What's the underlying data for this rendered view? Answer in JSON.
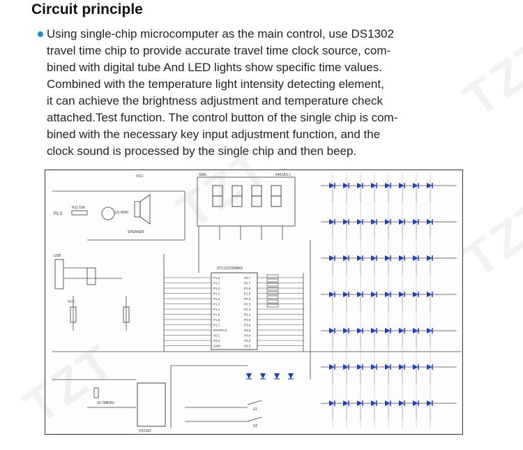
{
  "heading": "Circuit principle",
  "paragraph_lines": [
    "Using single-chip microcomputer as the main control, use DS1302",
    "travel time chip to provide accurate travel time clock source, com-",
    "bined with digital tube And LED lights show specific time values.",
    "Combined with the temperature light intensity detecting element,",
    "it can achieve the brightness adjustment and temperature check",
    "attached.Test function. The control button of the single chip is com-",
    "bined with the necessary key input adjustment function, and the",
    "clock sound is processed by the single chip and then beep."
  ],
  "watermark_text": "TZT",
  "colors": {
    "bullet": "#1a8fd6",
    "led": "#1f3fbf",
    "wire": "#333333"
  },
  "schematic": {
    "speaker_label": "SPEAKER",
    "transistor_label": "Q1 8550",
    "resistor_label": "R11 10K",
    "p10_label": "P1.0",
    "display_label": "SMG",
    "display_part": "4401AS-1",
    "mcu_label": "STC12C5608AD",
    "usb_label": "USB",
    "rtc_label": "DS1302",
    "crystal_label": "32.768KHz",
    "vcc_label": "VCC",
    "gnd_label": "GND",
    "button_s1": "S1",
    "button_s2": "S2",
    "mcu_pins_left": [
      "P1.6",
      "P1.7",
      "P1.0",
      "P1.1",
      "P1.2",
      "P1.3",
      "P1.4",
      "P1.5",
      "P1.6",
      "P1.7",
      "RST/P3.4",
      "VCC",
      "P3.2",
      "GND"
    ],
    "mcu_pins_right": [
      "P3.7",
      "P2.7",
      "P2.6",
      "P2.5",
      "P2.4",
      "P2.3",
      "P2.2",
      "P2.1",
      "P2.0",
      "P3.6",
      "P3.5",
      "P3.4",
      "P3.3",
      "P3.0"
    ]
  }
}
